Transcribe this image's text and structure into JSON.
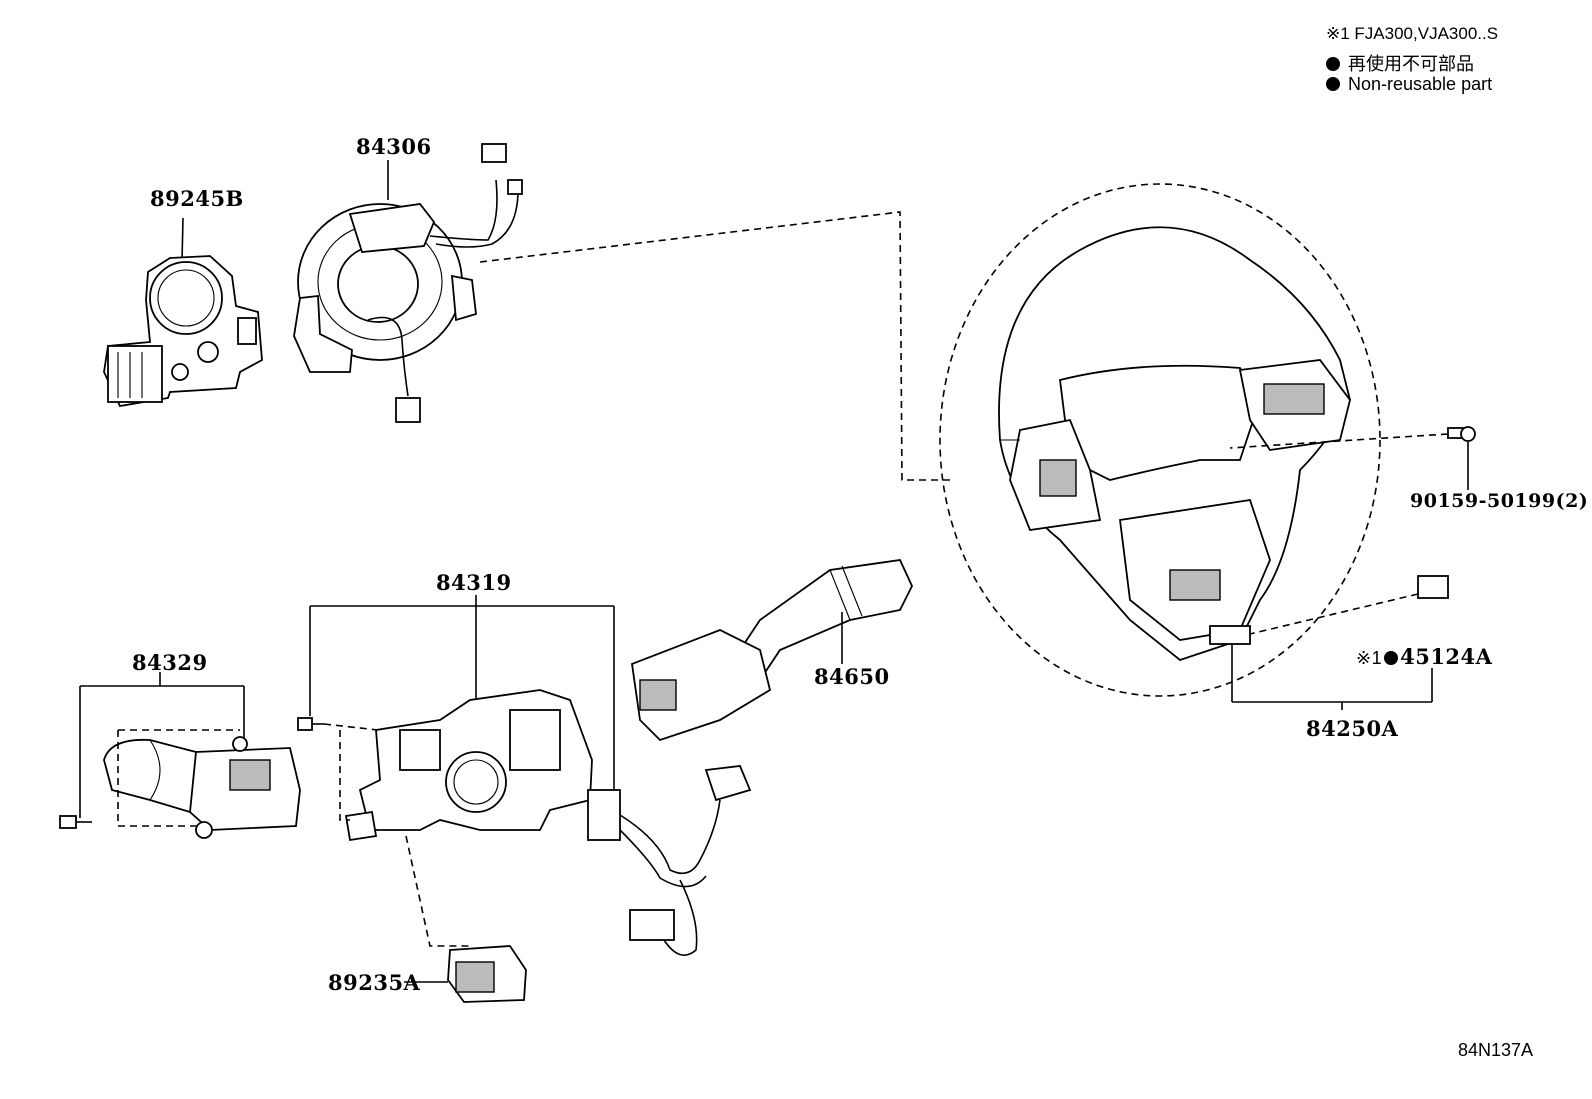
{
  "legend": {
    "note1": "※1 FJA300,VJA300..S",
    "non_reusable_jp": "再使用不可部品",
    "non_reusable_en": "Non-reusable part"
  },
  "labels": {
    "p89245B": "89245B",
    "p84306": "84306",
    "p84319": "84319",
    "p84329": "84329",
    "p84650": "84650",
    "p89235A": "89235A",
    "p90159": "90159-50199(2)",
    "p45124A_prefix": "※1",
    "p45124A": "45124A",
    "p84250A": "84250A"
  },
  "diagram_code": "84N137A"
}
